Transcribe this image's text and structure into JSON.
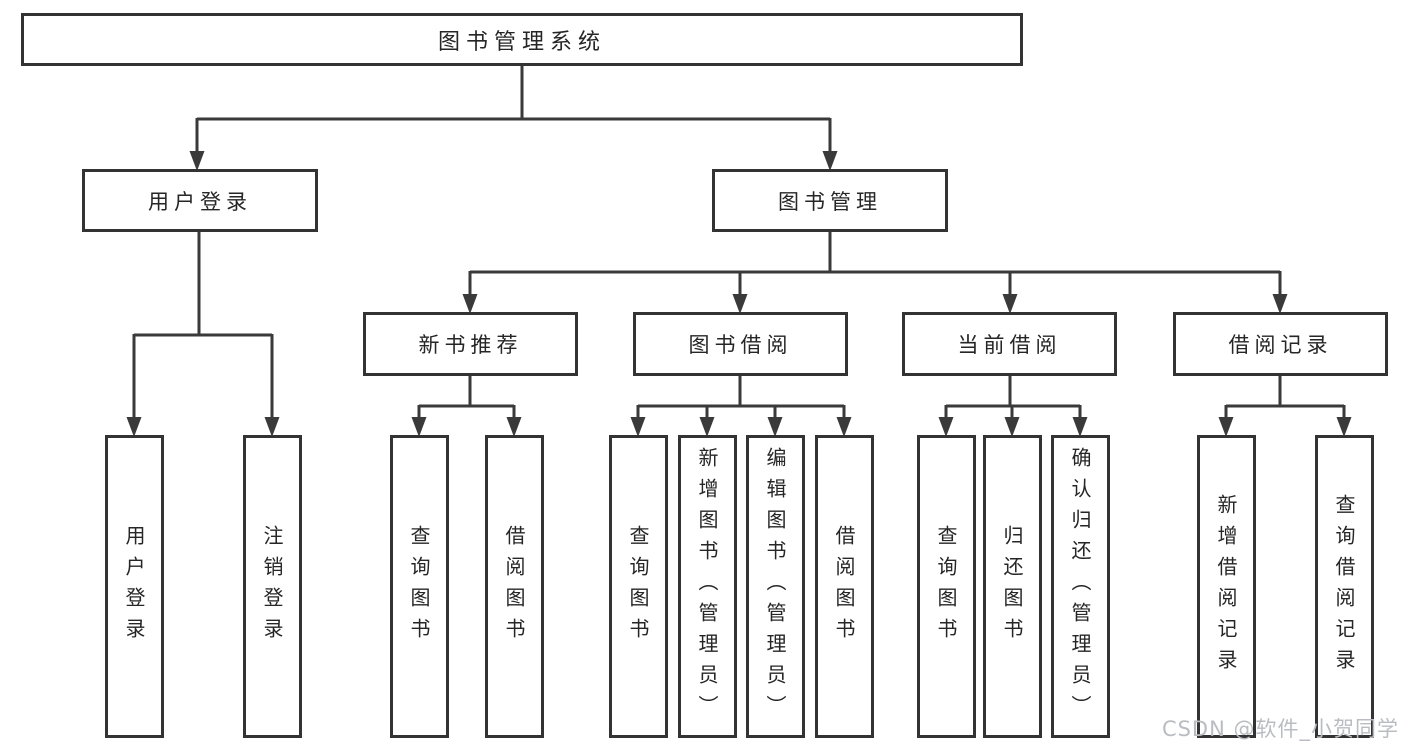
{
  "colors": {
    "line": "#3a3a3a",
    "box_border": "#333333",
    "text": "#262626",
    "watermark": "#b9bdc2"
  },
  "diagram": {
    "root": {
      "label": "图书管理系统"
    },
    "level2": [
      {
        "label": "用户登录"
      },
      {
        "label": "图书管理"
      }
    ],
    "level3": [
      {
        "label": "新书推荐"
      },
      {
        "label": "图书借阅"
      },
      {
        "label": "当前借阅"
      },
      {
        "label": "借阅记录"
      }
    ],
    "leaves": {
      "user_login": [
        "用户登录",
        "注销登录"
      ],
      "new_books": [
        "查询图书",
        "借阅图书"
      ],
      "book_borrow": [
        "查询图书",
        "新增图书（管理员）",
        "编辑图书（管理员）",
        "借阅图书"
      ],
      "current_borrow": [
        "查询图书",
        "归还图书",
        "确认归还（管理员）"
      ],
      "borrow_records": [
        "新增借阅记录",
        "查询借阅记录"
      ]
    }
  },
  "watermark": {
    "text": "CSDN @软件_小贺同学"
  }
}
